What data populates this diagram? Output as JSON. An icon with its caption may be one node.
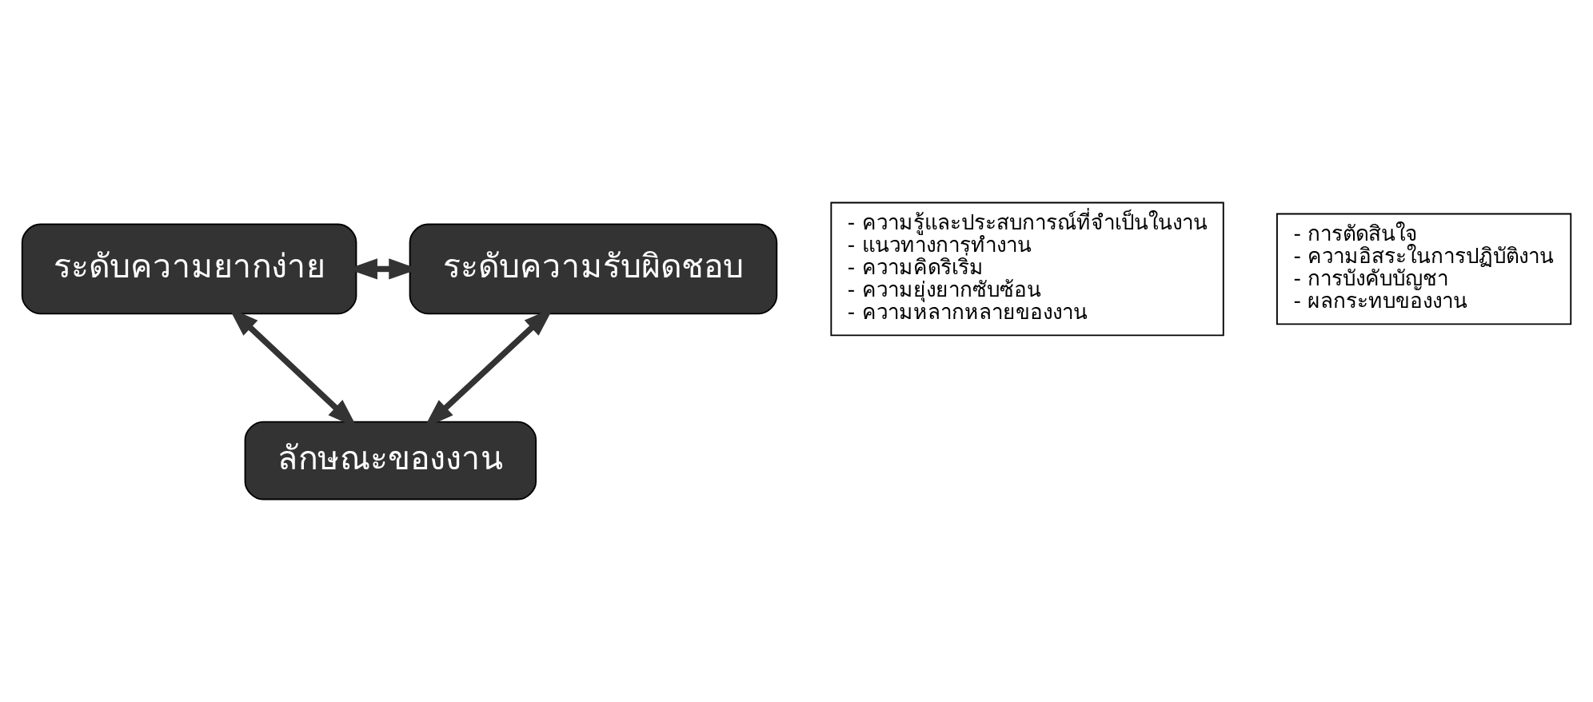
{
  "diagram": {
    "nodes": [
      {
        "text": [
          "ลักษณะของงาน"
        ]
      },
      {
        "text": [
          "ระดับความยากง่าย"
        ]
      },
      {
        "text": [
          "ระดับความรับผิดชอบ"
        ]
      },
      {
        "text": [
          "- ความรู้และประสบการณ์ที่จำเป็นในงาน",
          "- แนวทางการทำงาน",
          "- ความคิดริเริ่ม",
          "- ความยุ่งยากซับซ้อน",
          "- ความหลากหลายของงาน"
        ]
      },
      {
        "text": [
          "- การตัดสินใจ",
          "- ความอิสระในการปฏิบัติงาน",
          "- การบังคับบัญชา",
          "- ผลกระทบของงาน"
        ]
      }
    ],
    "edges": [
      {
        "from": 1,
        "to": 0,
        "arrow": "both"
      },
      {
        "from": 2,
        "to": 0,
        "arrow": "both"
      },
      {
        "from": 1,
        "to": 2,
        "arrow": "both"
      }
    ]
  }
}
